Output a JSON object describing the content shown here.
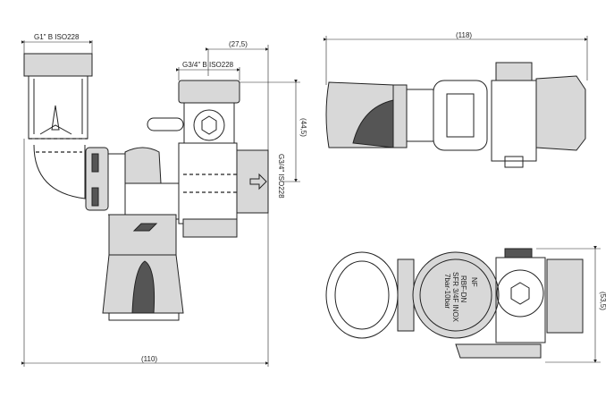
{
  "front_view": {
    "dim_inlet_thread": "G1\" B ISO228",
    "dim_offset": "(27,5)",
    "dim_top_thread": "G3/4\" B ISO228",
    "dim_height": "(44,5)",
    "dim_side_thread": "G3/4\" ISO228",
    "dim_width": "(110)"
  },
  "top_view": {
    "dim_width": "(118)"
  },
  "side_view": {
    "dim_height": "(53,5)",
    "marking_logo": "NF",
    "marking_lines": [
      "RBF-DN",
      "SFR 3/4F INOX",
      "7bar-10bar"
    ]
  }
}
